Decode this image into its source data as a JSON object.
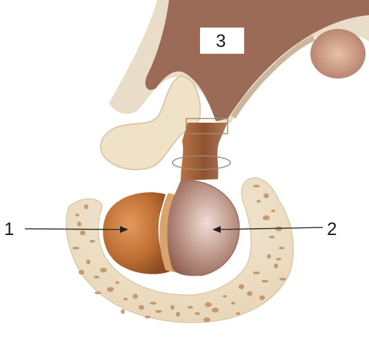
{
  "labels": {
    "left": "1",
    "right": "2",
    "top": "3"
  },
  "colors": {
    "brain": "#9c6b57",
    "bone": "#efe2c7",
    "bone_pores": "#b98355",
    "anterior_lobe": "#b6682e",
    "posterior_lobe": "#a87767",
    "stalk": "#a0603a",
    "arrow": "#333333"
  }
}
